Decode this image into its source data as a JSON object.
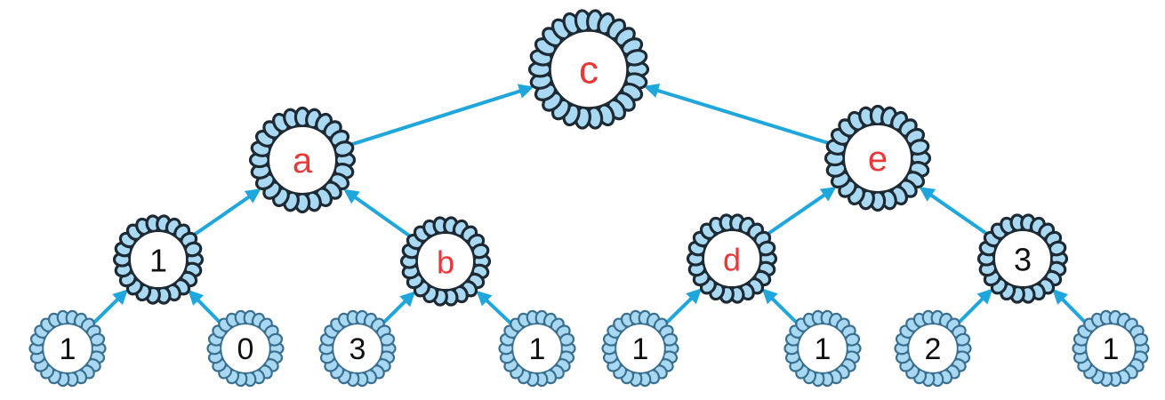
{
  "colors": {
    "edge": "#1fa6dc",
    "petal_fill": "#a9d9f2",
    "petal_stroke_dark": "#1e2a33",
    "petal_stroke_light": "#3a6f8f",
    "label_black": "#111111",
    "label_red": "#e8383a"
  },
  "nodes": {
    "c": "c",
    "a": "a",
    "e": "e",
    "l2_1": "1",
    "b": "b",
    "d": "d",
    "l2_3": "3",
    "leaf1": "1",
    "leaf2": "0",
    "leaf3": "3",
    "leaf4": "1",
    "leaf5": "1",
    "leaf6": "1",
    "leaf7": "2",
    "leaf8": "1"
  }
}
